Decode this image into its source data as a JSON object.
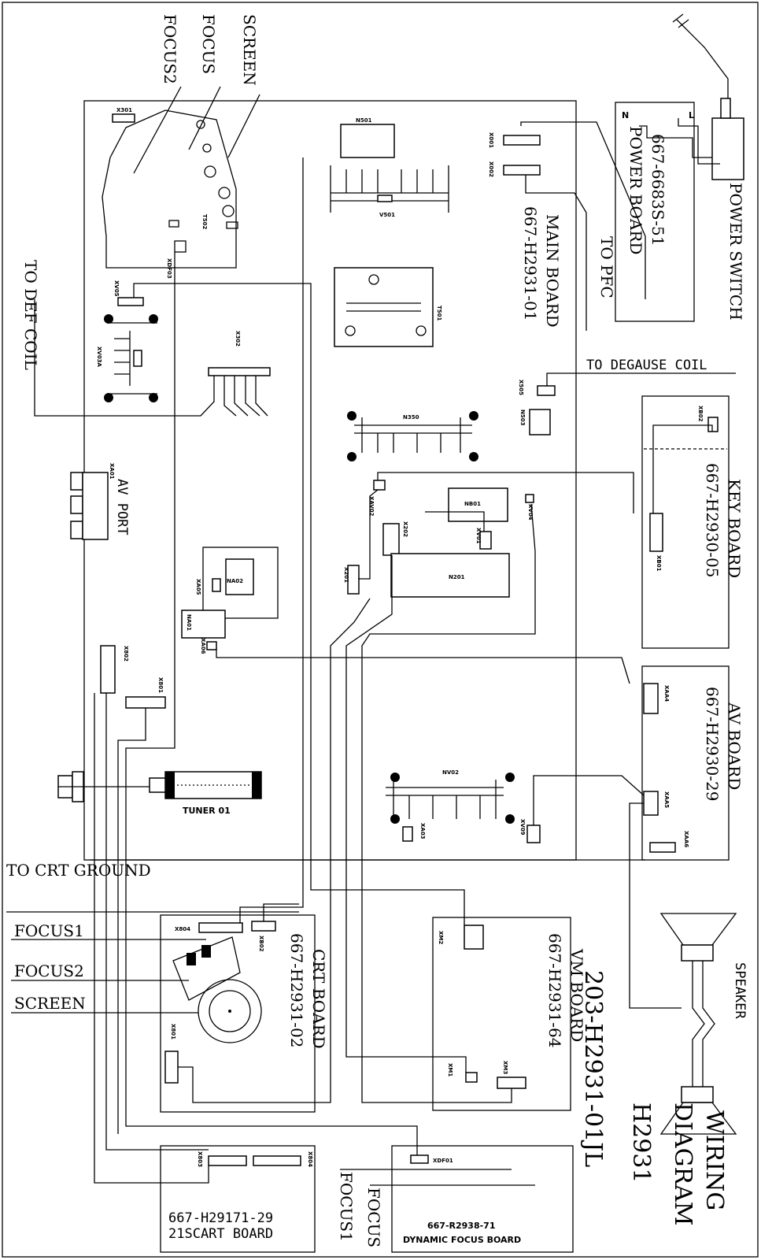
{
  "diagram": {
    "title": "WIRING DIAGRAM",
    "model": "H2931",
    "doc_number": "203-H2931-01JL"
  },
  "boards": {
    "main": {
      "name": "MAIN BOARD",
      "part": "667-H2931-01"
    },
    "power": {
      "name": "POWER BOARD",
      "part": "667-6683S-51"
    },
    "key": {
      "name": "KEY BOARD",
      "part": "667-H2930-05"
    },
    "av": {
      "name": "AV BOARD",
      "part": "667-H2930-29"
    },
    "vm": {
      "name": "VM BOARD",
      "part": "667-H2931-64"
    },
    "crt": {
      "name": "CRT BOARD",
      "part": "667-H2931-02"
    },
    "scart": {
      "name": "21SCART BOARD",
      "part": "667-H29171-29"
    },
    "focus": {
      "name": "DYNAMIC FOCUS BOARD",
      "part": "667-R2938-71"
    }
  },
  "labels": {
    "power_switch": "POWER SWITCH",
    "to_pfc": "TO PFC",
    "to_degause": "TO DEGAUSE COIL",
    "to_def_coil": "TO DEF COIL",
    "av_port": "AV PORT",
    "tuner": "TUNER 01",
    "to_crt_ground": "TO CRT GROUND",
    "focus1": "FOCUS1",
    "focus2": "FOCUS2",
    "screen": "SCREEN",
    "focus": "FOCUS",
    "speaker": "SPEAKER",
    "l": "L",
    "n": "N"
  },
  "components": {
    "n501": "N501",
    "v501": "V501",
    "t501": "T501",
    "n350": "N350",
    "n503": "N503",
    "nb01": "NB01",
    "n201": "N201",
    "nv02": "NV02",
    "na02": "NA02",
    "na01": "NA01",
    "t502": "T502"
  },
  "connectors": {
    "x301": "X301",
    "xdf03": "XDF03",
    "xv05": "XV05",
    "x302": "X302",
    "xv03a": "XV03A",
    "x001": "X001",
    "x002": "X002",
    "x505": "X505",
    "xb02": "XB02",
    "xb01": "XB01",
    "xav02": "XAV02",
    "xv01": "XV01",
    "xv04": "XV04",
    "x202": "X202",
    "x201": "X201",
    "xa05": "XA05",
    "xa06": "XA06",
    "xa01": "XA01",
    "x802": "X802",
    "x801": "X801",
    "xaa4": "XAA4",
    "xaa5": "XAA5",
    "xaa6": "XAA6",
    "xa03": "XA03",
    "xv09": "XV09",
    "x804": "X804",
    "xb802": "XB02",
    "x801c": "X801",
    "xm2": "XM2",
    "xm1": "XM1",
    "xm3": "XM3",
    "x803": "X803",
    "x804s": "X804",
    "xdf01": "XDF01"
  }
}
